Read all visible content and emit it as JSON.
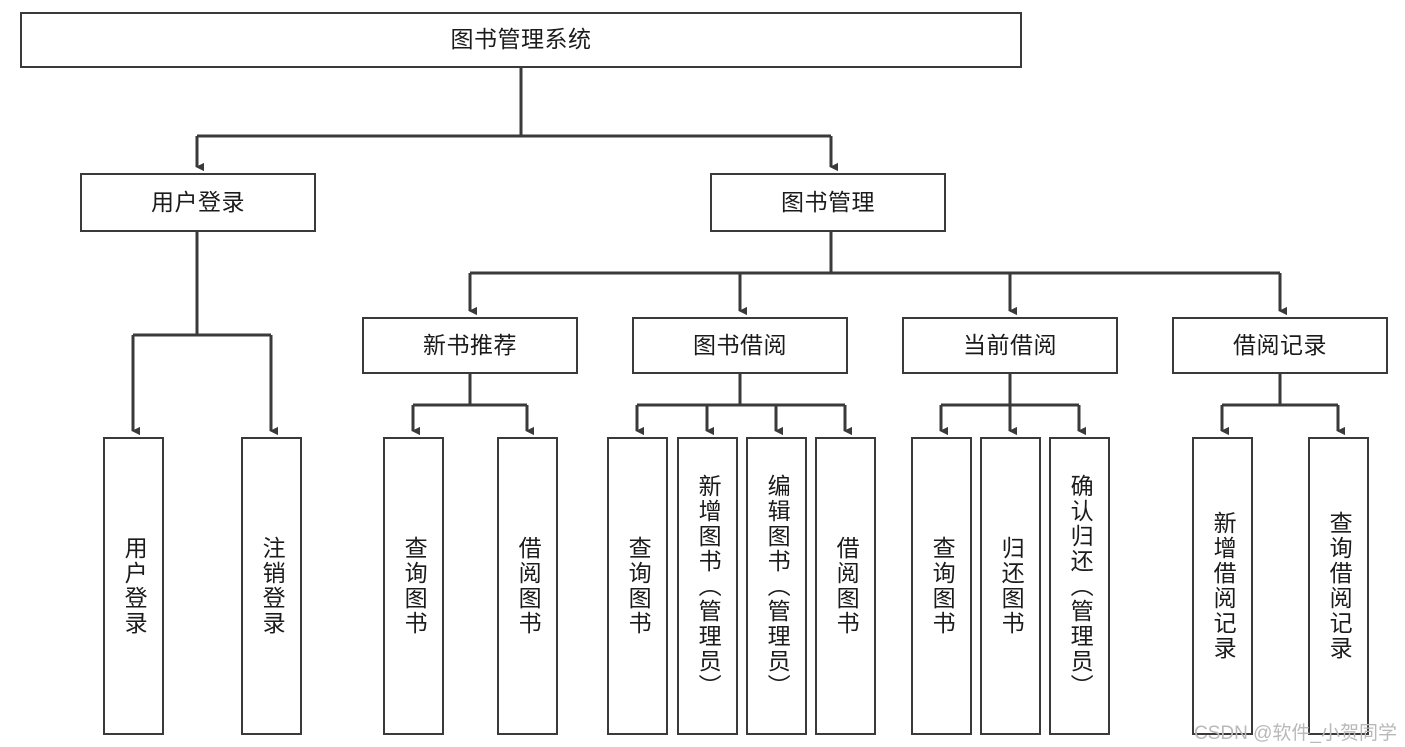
{
  "diagram": {
    "title_node": {
      "label": "图书管理系统"
    },
    "level2": [
      {
        "id": "user-login",
        "label": "用户登录"
      },
      {
        "id": "book-management",
        "label": "图书管理"
      }
    ],
    "level3": [
      {
        "id": "new-book-recommend",
        "label": "新书推荐"
      },
      {
        "id": "book-borrow",
        "label": "图书借阅"
      },
      {
        "id": "current-borrow",
        "label": "当前借阅"
      },
      {
        "id": "borrow-record",
        "label": "借阅记录"
      }
    ],
    "leaves": [
      {
        "id": "leaf-user-login",
        "label": "用户登录"
      },
      {
        "id": "leaf-logout",
        "label": "注销登录"
      },
      {
        "id": "leaf-query-book-1",
        "label": "查询图书"
      },
      {
        "id": "leaf-borrow-book-1",
        "label": "借阅图书"
      },
      {
        "id": "leaf-query-book-2",
        "label": "查询图书"
      },
      {
        "id": "leaf-add-book",
        "label": "新增图书（管理员）"
      },
      {
        "id": "leaf-edit-book",
        "label": "编辑图书（管理员）"
      },
      {
        "id": "leaf-borrow-book-2",
        "label": "借阅图书"
      },
      {
        "id": "leaf-query-book-3",
        "label": "查询图书"
      },
      {
        "id": "leaf-return-book",
        "label": "归还图书"
      },
      {
        "id": "leaf-confirm-return",
        "label": "确认归还（管理员）"
      },
      {
        "id": "leaf-add-record",
        "label": "新增借阅记录"
      },
      {
        "id": "leaf-query-record",
        "label": "查询借阅记录"
      }
    ],
    "watermark": "CSDN @软件_小贺同学",
    "colors": {
      "stroke": "#3a3a3a",
      "fill": "#ffffff",
      "text": "#1b1b1b",
      "watermark": "#b9b9b9"
    }
  }
}
